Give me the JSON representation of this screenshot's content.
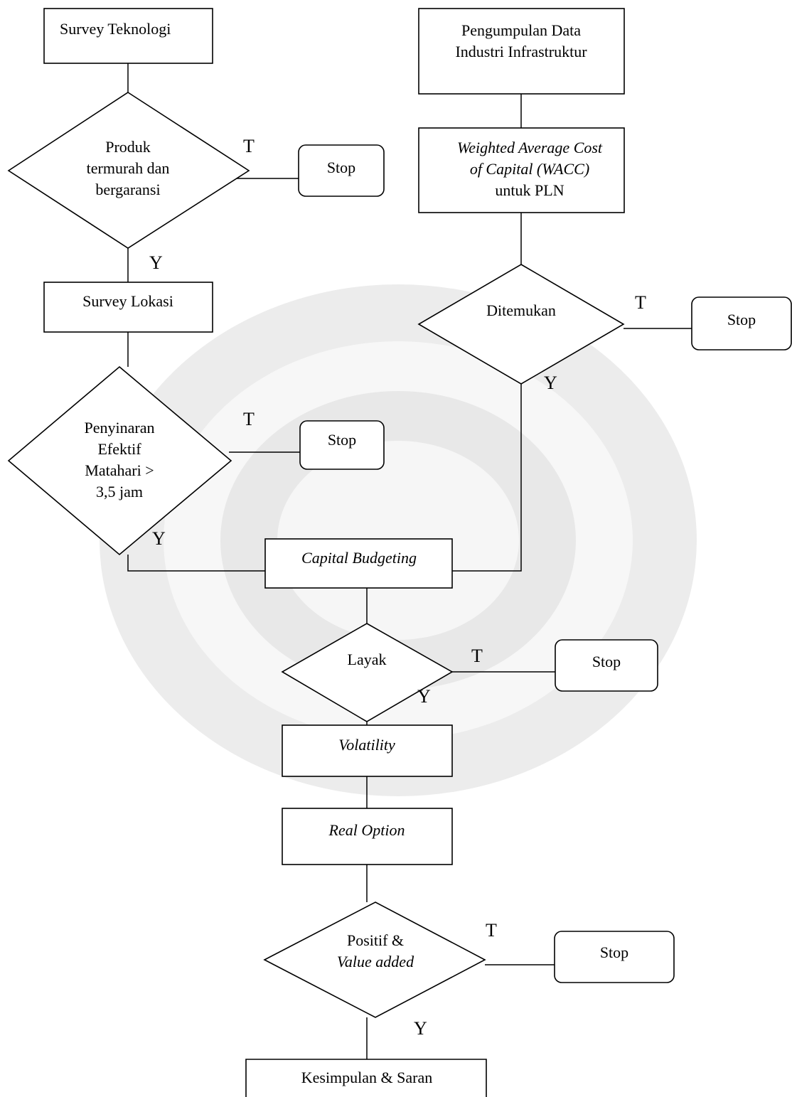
{
  "nodes": {
    "survey_teknologi": [
      "Survey Teknologi"
    ],
    "pengumpulan_data": [
      "Pengumpulan Data",
      "Industri Infrastruktur"
    ],
    "wacc": [
      "Weighted Average Cost",
      "of Capital (WACC)",
      "untuk PLN"
    ],
    "produk": [
      "Produk",
      "termurah dan",
      "bergaransi"
    ],
    "stop_1": [
      "Stop"
    ],
    "survey_lokasi": [
      "Survey Lokasi"
    ],
    "ditemukan": [
      "Ditemukan"
    ],
    "stop_2": [
      "Stop"
    ],
    "penyinaran": [
      "Penyinaran",
      "Efektif",
      "Matahari >",
      "3,5 jam"
    ],
    "stop_3": [
      "Stop"
    ],
    "capital_budgeting": [
      "Capital Budgeting"
    ],
    "layak": [
      "Layak"
    ],
    "stop_4": [
      "Stop"
    ],
    "volatility": [
      "Volatility"
    ],
    "real_option": [
      "Real Option"
    ],
    "positif": [
      "Positif &",
      "Value added"
    ],
    "stop_5": [
      "Stop"
    ],
    "kesimpulan": [
      "Kesimpulan & Saran"
    ]
  },
  "branch_labels": {
    "produk_no": "T",
    "produk_yes": "Y",
    "ditemukan_no": "T",
    "ditemukan_yes": "Y",
    "penyinaran_no": "T",
    "penyinaran_yes": "Y",
    "layak_no": "T",
    "layak_yes": "Y",
    "positif_no": "T",
    "positif_yes": "Y"
  }
}
